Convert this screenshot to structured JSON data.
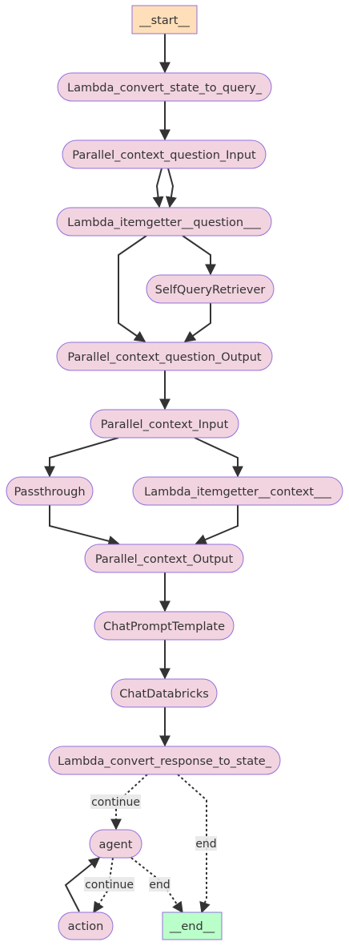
{
  "colors": {
    "node_fill": "#f2d4e0",
    "node_stroke": "#9370db",
    "start_fill": "#ffdfba",
    "end_fill": "#baffc9",
    "edge": "#333333",
    "label_bg": "#e8e8e8"
  },
  "nodes": [
    {
      "id": "start",
      "label": "__start__",
      "kind": "start"
    },
    {
      "id": "convert_state",
      "label": "Lambda_convert_state_to_query_",
      "kind": "default"
    },
    {
      "id": "pci",
      "label": "Parallel_context_question_Input",
      "kind": "default"
    },
    {
      "id": "ig_question",
      "label": "Lambda_itemgetter__question___",
      "kind": "default"
    },
    {
      "id": "sqr",
      "label": "SelfQueryRetriever",
      "kind": "default"
    },
    {
      "id": "pco",
      "label": "Parallel_context_question_Output",
      "kind": "default"
    },
    {
      "id": "pc_input",
      "label": "Parallel_context_Input",
      "kind": "default"
    },
    {
      "id": "passthrough",
      "label": "Passthrough",
      "kind": "default"
    },
    {
      "id": "ig_context",
      "label": "Lambda_itemgetter__context___",
      "kind": "default"
    },
    {
      "id": "pc_output",
      "label": "Parallel_context_Output",
      "kind": "default"
    },
    {
      "id": "prompt",
      "label": "ChatPromptTemplate",
      "kind": "default"
    },
    {
      "id": "llm",
      "label": "ChatDatabricks",
      "kind": "default"
    },
    {
      "id": "convert_response",
      "label": "Lambda_convert_response_to_state_",
      "kind": "default"
    },
    {
      "id": "agent",
      "label": "agent",
      "kind": "default"
    },
    {
      "id": "action",
      "label": "action",
      "kind": "default"
    },
    {
      "id": "end",
      "label": "__end__",
      "kind": "end"
    }
  ],
  "edges": [
    {
      "from": "start",
      "to": "convert_state",
      "style": "solid"
    },
    {
      "from": "convert_state",
      "to": "pci",
      "style": "solid"
    },
    {
      "from": "pci",
      "to": "ig_question",
      "style": "solid"
    },
    {
      "from": "pci",
      "to": "ig_question",
      "style": "solid"
    },
    {
      "from": "ig_question",
      "to": "sqr",
      "style": "solid"
    },
    {
      "from": "ig_question",
      "to": "pco",
      "style": "solid"
    },
    {
      "from": "sqr",
      "to": "pco",
      "style": "solid"
    },
    {
      "from": "pco",
      "to": "pc_input",
      "style": "solid"
    },
    {
      "from": "pc_input",
      "to": "passthrough",
      "style": "solid"
    },
    {
      "from": "pc_input",
      "to": "ig_context",
      "style": "solid"
    },
    {
      "from": "passthrough",
      "to": "pc_output",
      "style": "solid"
    },
    {
      "from": "ig_context",
      "to": "pc_output",
      "style": "solid"
    },
    {
      "from": "pc_output",
      "to": "prompt",
      "style": "solid"
    },
    {
      "from": "prompt",
      "to": "llm",
      "style": "solid"
    },
    {
      "from": "llm",
      "to": "convert_response",
      "style": "solid"
    },
    {
      "from": "convert_response",
      "to": "agent",
      "style": "dotted",
      "label": "continue"
    },
    {
      "from": "convert_response",
      "to": "end",
      "style": "dotted",
      "label": "end"
    },
    {
      "from": "agent",
      "to": "action",
      "style": "dotted",
      "label": "continue"
    },
    {
      "from": "agent",
      "to": "end",
      "style": "dotted",
      "label": "end"
    },
    {
      "from": "action",
      "to": "agent",
      "style": "solid"
    }
  ]
}
